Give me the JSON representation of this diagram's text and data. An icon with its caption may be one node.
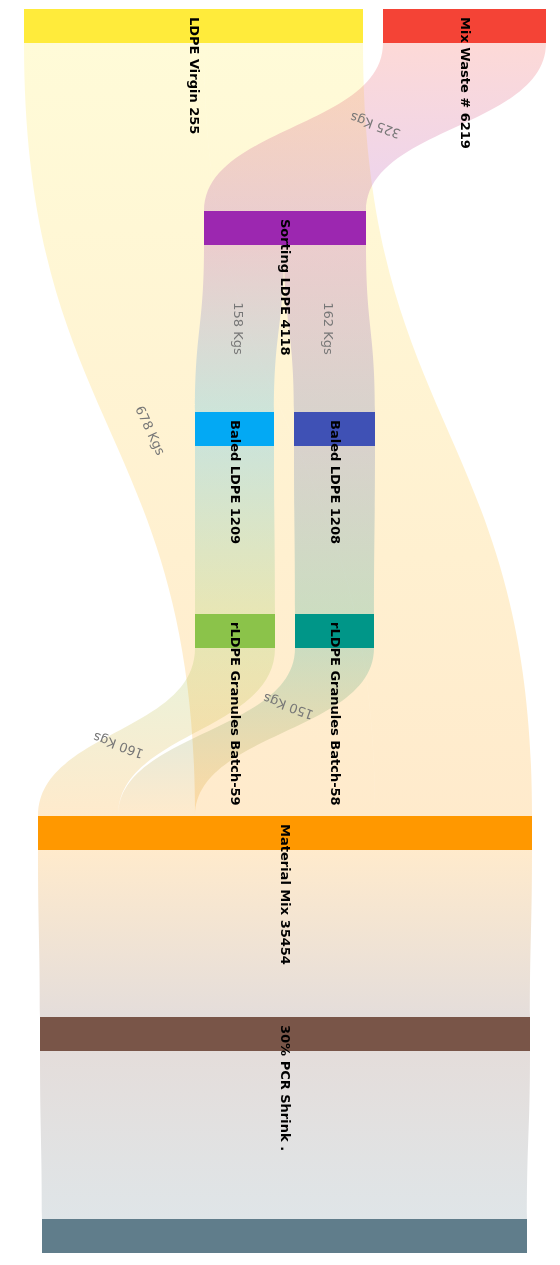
{
  "diagram": {
    "nodes": [
      {
        "text": [
          "LDPE Virgin 255"
        ]
      },
      {
        "text": [
          "Mix Waste # 6219"
        ]
      },
      {
        "text": [
          "Sorting LDPE 4118"
        ]
      },
      {
        "text": [
          "Baled LDPE 1209"
        ]
      },
      {
        "text": [
          "Baled LDPE 1208"
        ]
      },
      {
        "text": [
          "rLDPE Granules Batch-59"
        ]
      },
      {
        "text": [
          "rLDPE Granules Batch-58"
        ]
      },
      {
        "text": [
          "Material Mix 35454"
        ]
      },
      {
        "text": [
          "30% PCR Shrink ."
        ]
      },
      {
        "text": [],
        "shape": "bar"
      }
    ],
    "edges": [
      {
        "from": 0,
        "to": 7,
        "arrow": "none",
        "label": "678 Kgs"
      },
      {
        "from": 0,
        "to": 7,
        "arrow": "none"
      },
      {
        "from": 1,
        "to": 2,
        "arrow": "none",
        "label": "325 Kgs"
      },
      {
        "from": 2,
        "to": 3,
        "arrow": "none",
        "label": "158 Kgs"
      },
      {
        "from": 2,
        "to": 4,
        "arrow": "none",
        "label": "162 Kgs"
      },
      {
        "from": 3,
        "to": 5,
        "arrow": "none"
      },
      {
        "from": 4,
        "to": 6,
        "arrow": "none"
      },
      {
        "from": 5,
        "to": 7,
        "arrow": "none",
        "label": "160 Kgs"
      },
      {
        "from": 6,
        "to": 7,
        "arrow": "none",
        "label": "150 Kgs"
      },
      {
        "from": 7,
        "to": 8,
        "arrow": "none"
      },
      {
        "from": 8,
        "to": 9,
        "arrow": "none"
      }
    ]
  }
}
